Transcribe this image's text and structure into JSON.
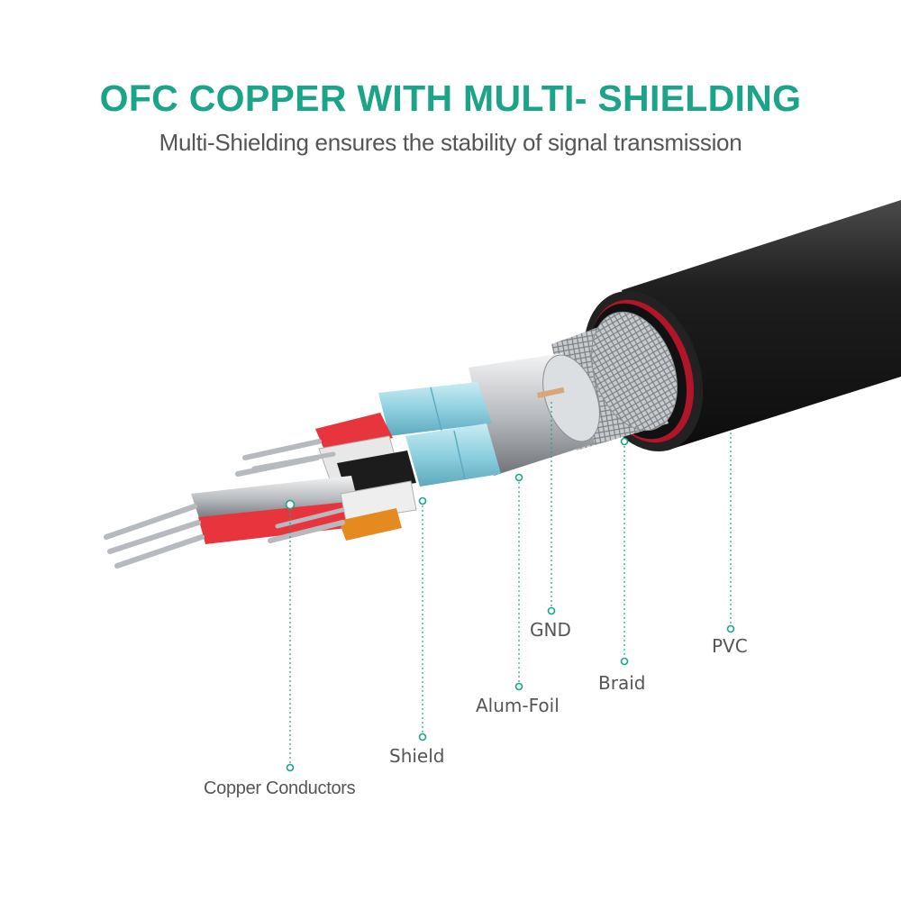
{
  "heading": {
    "title": "OFC COPPER WITH MULTI- SHIELDING",
    "subtitle": "Multi-Shielding ensures the stability of signal transmission"
  },
  "labels": {
    "pvc": "PVC",
    "gnd": "GND",
    "braid": "Braid",
    "alum_foil": "Alum-Foil",
    "shield": "Shield",
    "copper_conductors": "Copper Conductors"
  },
  "colors": {
    "accent": "#1ba487",
    "jacket": "#1a1a1a",
    "jacket_inner": "#b0152a",
    "foil_shield": "#8fd0e0",
    "insulation_red": "#e8353d",
    "insulation_white": "#f2f2f2",
    "insulation_black": "#1c1c1c",
    "insulation_orange": "#e68a1f",
    "copper_strand": "#c9ccd0"
  }
}
